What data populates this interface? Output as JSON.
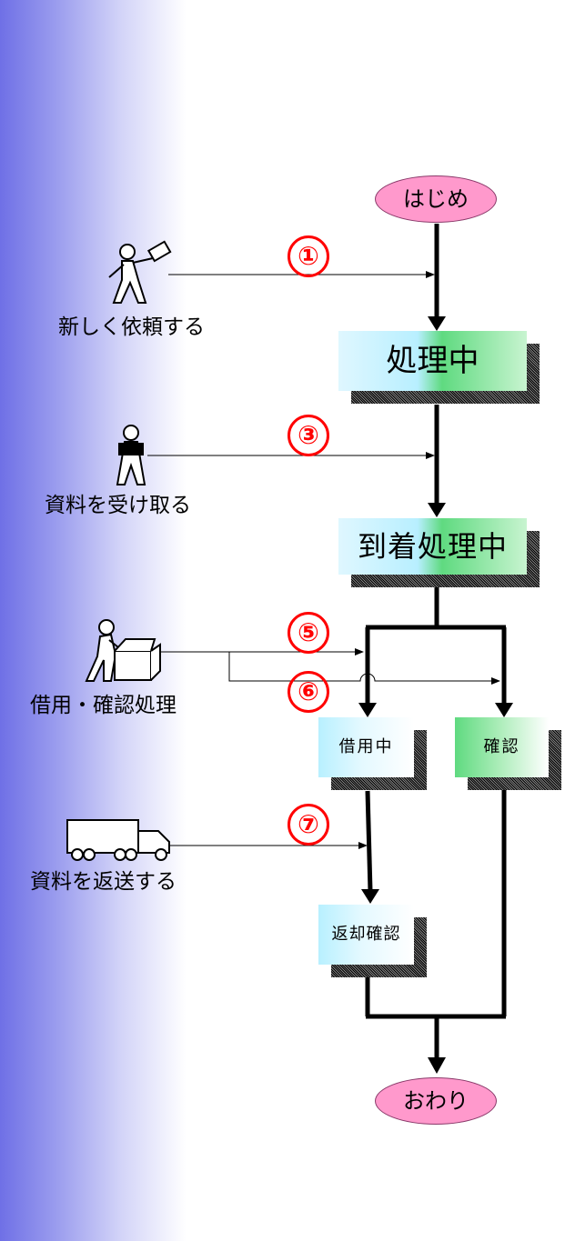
{
  "terminals": {
    "start": "はじめ",
    "end": "おわり"
  },
  "states": {
    "processing": "処理中",
    "arrival_processing": "到着処理中",
    "borrowing": "借用中",
    "confirm": "確認",
    "return_confirm": "返却確認"
  },
  "actions": {
    "new_request": "新しく依頼する",
    "receive_material": "資料を受け取る",
    "borrow_confirm_process": "借用・確認処理",
    "return_material": "資料を返送する"
  },
  "step_numbers": [
    "①",
    "③",
    "⑤",
    "⑥",
    "⑦"
  ],
  "colors": {
    "terminal_fill": "#ff99cc",
    "step_number": "#ff0000",
    "sidebar_gradient_start": "#6f70e6"
  }
}
